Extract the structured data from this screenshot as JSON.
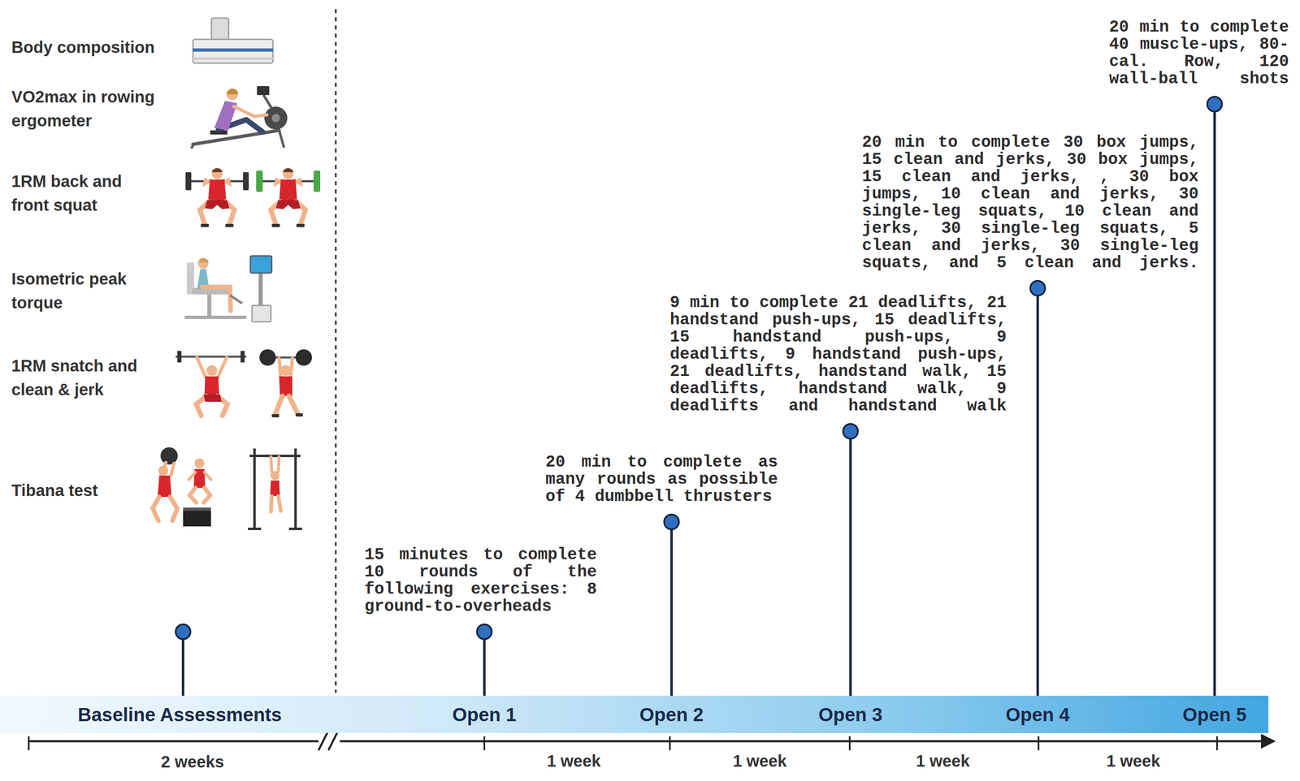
{
  "diagram": {
    "nodes": [
      {
        "text": [
          "Baseline Assessments",
          "Open 1",
          "Open 2",
          "Open 3",
          "Open 4",
          "Open 5"
        ]
      }
    ],
    "labels": [
      "Body composition",
      "VO2max in rowing ergometer",
      "1RM back and front squat",
      "Isometric peak torque",
      "1RM snatch and clean & jerk",
      "Tibana test",
      "15 minutes to complete 10 rounds of the following exercises: 8 ground-to-overheads",
      "20 min to complete as many rounds as possible of 4 dumbbell thrusters",
      "9 min to complete 21 deadlifts, 21 handstand push-ups, 15 deadlifts, 15 handstand push-ups, 9 deadlifts, 9 handstand push-ups, 21 deadlifts, handstand walk, 15 deadlifts, handstand walk, 9 deadlifts and handstand walk",
      "20 min to complete 30 box jumps, 15 clean and jerks, 30 box jumps, 15 clean and jerks, , 30 box jumps, 10 clean and jerks, 30 single-leg squats, 10 clean and jerks, 30 single-leg squats, 5 clean and jerks, 30 single-leg squats, and 5 clean and jerks.",
      "20 min to complete 40 muscle-ups, 80-cal. Row, 120 wall-ball shots",
      "2 weeks",
      "1 week",
      "1 week",
      "1 week",
      "1 week"
    ]
  }
}
